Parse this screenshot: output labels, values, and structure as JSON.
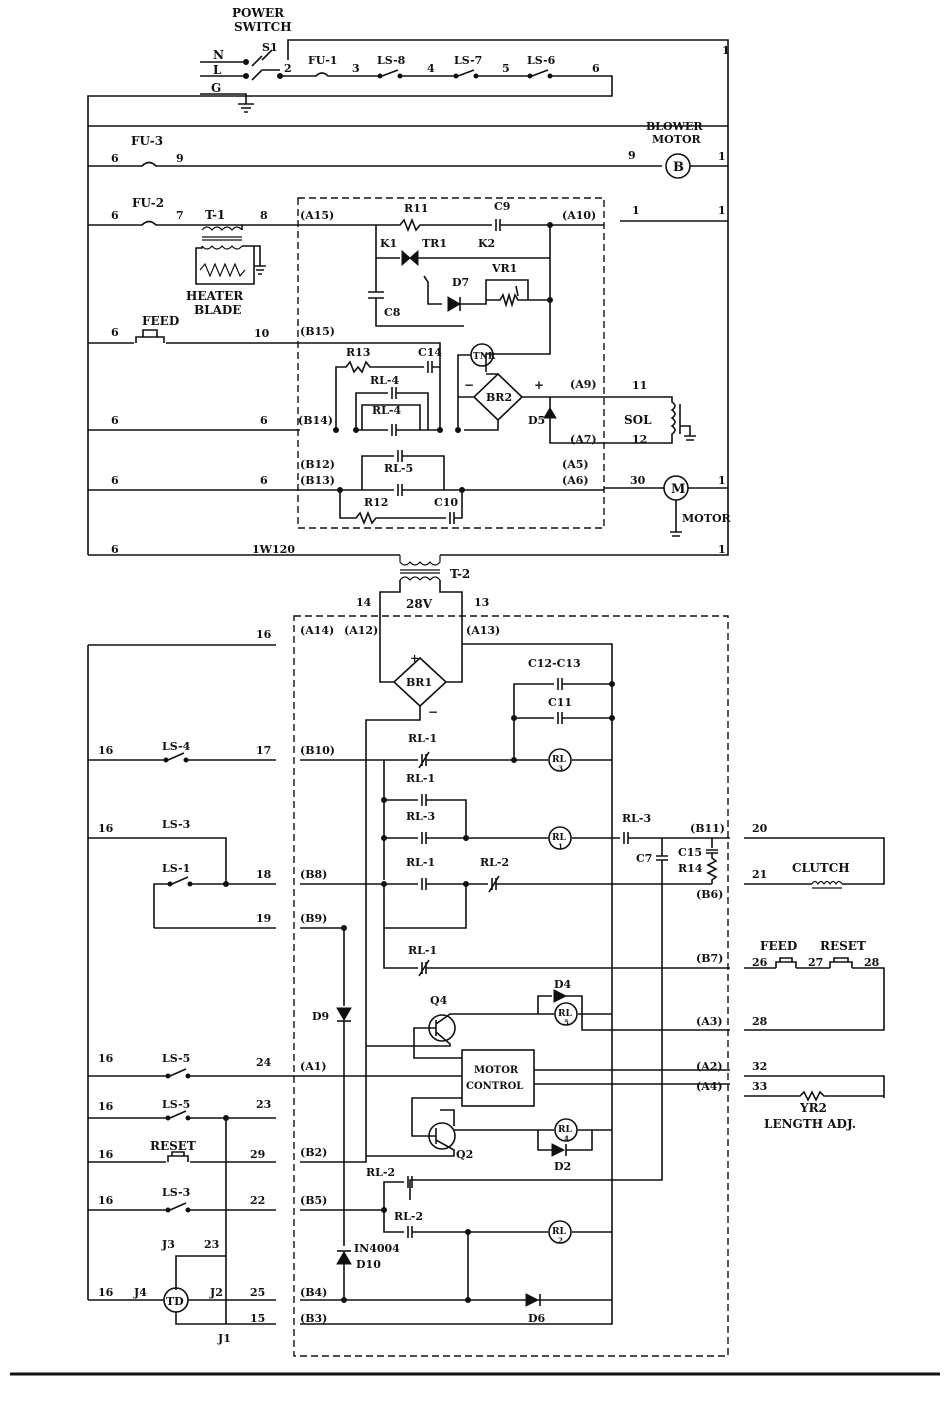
{
  "header": {
    "power_switch": [
      "POWER",
      "SWITCH"
    ],
    "s1": "S1",
    "n": "N",
    "l": "L",
    "g": "G"
  },
  "top": {
    "fu1": "FU-1",
    "ls8": "LS-8",
    "ls7": "LS-7",
    "ls6": "LS-6",
    "w1": "1",
    "w2": "2",
    "w3": "3",
    "w4": "4",
    "w5": "5",
    "w6": "6"
  },
  "blower": {
    "label": [
      "BLOWER",
      "MOTOR"
    ],
    "symbol": "B",
    "fu3": "FU-3",
    "w6": "6",
    "w9a": "9",
    "w9b": "9",
    "w1": "1"
  },
  "heater": {
    "fu2": "FU-2",
    "t1": "T-1",
    "label": [
      "HEATER",
      "BLADE"
    ],
    "w6": "6",
    "w7": "7",
    "w8": "8"
  },
  "feed": {
    "label": "FEED",
    "w6": "6",
    "w10": "10"
  },
  "ctrl": {
    "a15": "(A15)",
    "a10": "(A10)",
    "r11": "R11",
    "c9": "C9",
    "k1": "K1",
    "tr1": "TR1",
    "k2": "K2",
    "d7": "D7",
    "vr1": "VR1",
    "c8": "C8",
    "b15": "(B15)",
    "tnr": "TNR",
    "r13": "R13",
    "c14": "C14",
    "rl4a": "RL-4",
    "rl4b": "RL-4",
    "br2": "BR2",
    "d5": "D5",
    "a9": "(A9)",
    "a7": "(A7)",
    "b14": "(B14)",
    "b12": "(B12)",
    "b13": "(B13)",
    "rl5": "RL-5",
    "a5": "(A5)",
    "a6": "(A6)",
    "r12": "R12",
    "c10": "C10",
    "minus": "−",
    "plus": "+"
  },
  "right_top": {
    "w1a": "1",
    "w1b": "1",
    "sol": "SOL",
    "w11": "11",
    "w12": "12",
    "w30": "30",
    "w1c": "1",
    "motor": "MOTOR",
    "m": "M"
  },
  "rows": {
    "r6a": "6",
    "r6b": "6",
    "r6c": "6",
    "r6d": "6",
    "r6e": "6",
    "r6f": "6"
  },
  "xfmr": {
    "iw120": "1W120",
    "w6": "6",
    "w1": "1",
    "t2": "T-2",
    "w14": "14",
    "v28": "28V",
    "w13": "13"
  },
  "low": {
    "a14": "(A14)",
    "a12": "(A12)",
    "a13": "(A13)",
    "br1": "BR1",
    "c12c13": "C12-C13",
    "c11": "C11",
    "b10": "(B10)",
    "rl1a": "RL-1",
    "rl3coil": "RL",
    "rl3n": "3",
    "rl1b": "RL-1",
    "rl3": "RL-3",
    "rl1coil": "RL",
    "rl1n": "1",
    "rl3c": "RL-3",
    "b11": "(B11)",
    "c15": "C15",
    "r14": "R14",
    "c7": "C7",
    "b8": "(B8)",
    "rl1c": "RL-1",
    "rl2": "RL-2",
    "b6": "(B6)",
    "b9": "(B9)",
    "rl1d": "RL-1",
    "b7": "(B7)",
    "d4": "D4",
    "q4": "Q4",
    "rl5coil": "RL",
    "rl5n": "5",
    "a3": "(A3)",
    "d9": "D9",
    "motor_control": [
      "MOTOR",
      "CONTROL"
    ],
    "a1": "(A1)",
    "a2": "(A2)",
    "a4": "(A4)",
    "rl4coil": "RL",
    "rl4n": "4",
    "q2": "Q2",
    "d2": "D2",
    "b2": "(B2)",
    "rl2a": "RL-2",
    "b5": "(B5)",
    "rl2b": "RL-2",
    "rl2coil": "RL",
    "rl2n": "2",
    "in4004": "IN4004",
    "d10": "D10",
    "b4": "(B4)",
    "d6": "D6",
    "b3": "(B3)",
    "minus": "−",
    "plus": "+"
  },
  "left": {
    "w16a": "16",
    "w16b": "16",
    "ls4": "LS-4",
    "w17": "17",
    "w16c": "16",
    "ls3": "LS-3",
    "ls1": "LS-1",
    "w18": "18",
    "w19": "19",
    "w16d": "16",
    "ls5a": "LS-5",
    "w24": "24",
    "w16e": "16",
    "ls5b": "LS-5",
    "w23": "23",
    "w16f": "16",
    "reset": "RESET",
    "w29": "29",
    "w16g": "16",
    "ls3b": "LS-3",
    "w22": "22",
    "j3": "J3",
    "w23b": "23",
    "w16h": "16",
    "j4": "J4",
    "td": "TD",
    "j2": "J2",
    "w25": "25",
    "j1": "J1",
    "w15": "15"
  },
  "right_low": {
    "w20": "20",
    "w21": "21",
    "clutch": "CLUTCH",
    "feed": "FEED",
    "reset": "RESET",
    "w26": "26",
    "w27": "27",
    "w28a": "28",
    "w28b": "28",
    "w32": "32",
    "w33": "33",
    "yr2": "YR2",
    "length_adj": "LENGTH ADJ."
  }
}
